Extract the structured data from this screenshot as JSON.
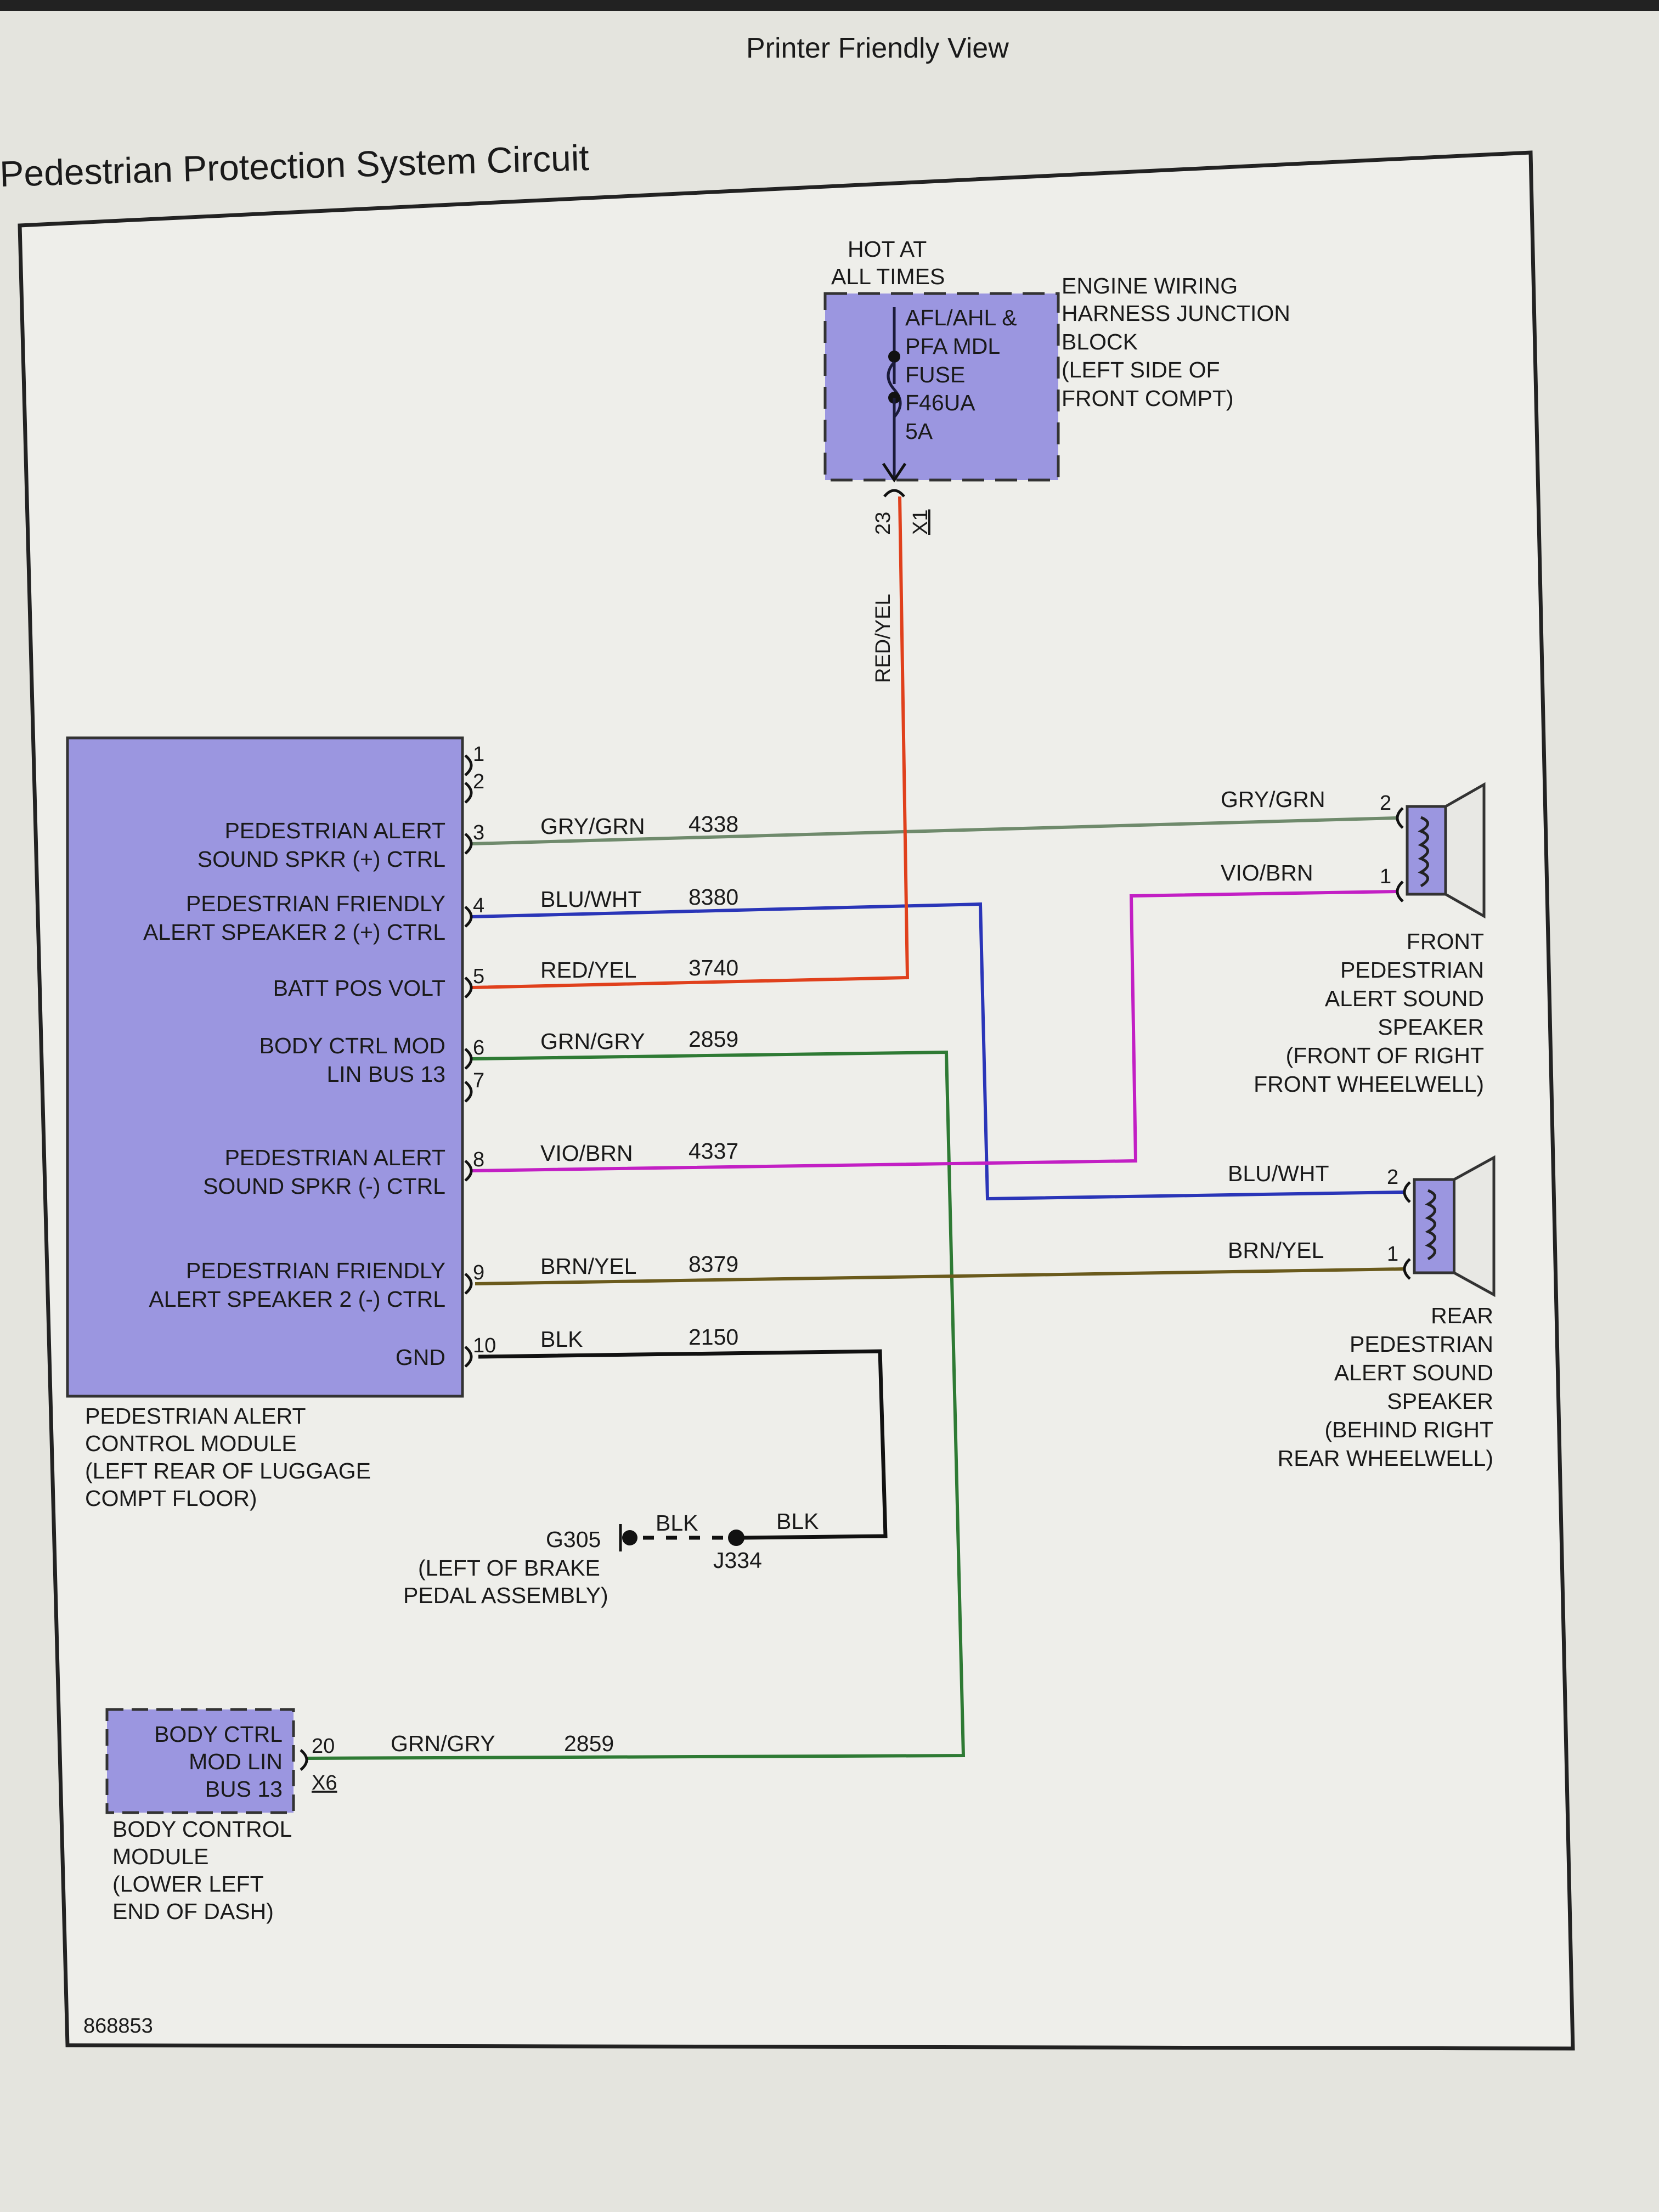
{
  "header": {
    "title": "Printer Friendly View"
  },
  "diagram": {
    "title": "Pedestrian Protection System Circuit",
    "id": "868853",
    "colors": {
      "module_fill": "#9b96e0",
      "background": "#e4e4de"
    },
    "fuse_block": {
      "hot_label": [
        "HOT AT",
        "ALL TIMES"
      ],
      "fuse_label": [
        "AFL/AHL &",
        "PFA MDL",
        "FUSE",
        "F46UA",
        "5A"
      ],
      "name": [
        "ENGINE WIRING",
        "HARNESS JUNCTION",
        "BLOCK",
        "(LEFT SIDE OF",
        "FRONT COMPT)"
      ],
      "pin": "23",
      "connector": "X1",
      "wire_color": "RED/YEL"
    },
    "module": {
      "name": [
        "PEDESTRIAN ALERT",
        "CONTROL MODULE",
        "(LEFT REAR OF LUGGAGE",
        "COMPT FLOOR)"
      ],
      "pins": [
        {
          "num": "1"
        },
        {
          "num": "2"
        },
        {
          "num": "3",
          "label": [
            "PEDESTRIAN ALERT",
            "SOUND SPKR (+) CTRL"
          ],
          "wire": "GRY/GRN",
          "circuit": "4338",
          "color": "#6f8a6c"
        },
        {
          "num": "4",
          "label": [
            "PEDESTRIAN FRIENDLY",
            "ALERT SPEAKER 2 (+) CTRL"
          ],
          "wire": "BLU/WHT",
          "circuit": "8380",
          "color": "#2a35b8"
        },
        {
          "num": "5",
          "label": [
            "BATT POS VOLT"
          ],
          "wire": "RED/YEL",
          "circuit": "3740",
          "color": "#e0401c"
        },
        {
          "num": "6",
          "label": [
            "BODY CTRL MOD",
            "LIN BUS 13"
          ],
          "wire": "GRN/GRY",
          "circuit": "2859",
          "color": "#2e7a34"
        },
        {
          "num": "7"
        },
        {
          "num": "8",
          "label": [
            "PEDESTRIAN ALERT",
            "SOUND SPKR (-) CTRL"
          ],
          "wire": "VIO/BRN",
          "circuit": "4337",
          "color": "#c21fc4"
        },
        {
          "num": "9",
          "label": [
            "PEDESTRIAN FRIENDLY",
            "ALERT SPEAKER 2 (-) CTRL"
          ],
          "wire": "BRN/YEL",
          "circuit": "8379",
          "color": "#6a5a1c"
        },
        {
          "num": "10",
          "label": [
            "GND"
          ],
          "wire": "BLK",
          "circuit": "2150",
          "color": "#111111"
        }
      ]
    },
    "front_speaker": {
      "name": [
        "FRONT",
        "PEDESTRIAN",
        "ALERT SOUND",
        "SPEAKER",
        "(FRONT OF RIGHT",
        "FRONT WHEELWELL)"
      ],
      "pins": [
        {
          "num": "2",
          "wire": "GRY/GRN"
        },
        {
          "num": "1",
          "wire": "VIO/BRN"
        }
      ]
    },
    "rear_speaker": {
      "name": [
        "REAR",
        "PEDESTRIAN",
        "ALERT SOUND",
        "SPEAKER",
        "(BEHIND RIGHT",
        "REAR WHEELWELL)"
      ],
      "pins": [
        {
          "num": "2",
          "wire": "BLU/WHT"
        },
        {
          "num": "1",
          "wire": "BRN/YEL"
        }
      ]
    },
    "ground": {
      "name": "G305",
      "location": [
        "(LEFT OF BRAKE",
        "PEDAL ASSEMBLY)"
      ],
      "splice": "J334",
      "wire_left": "BLK",
      "wire_right": "BLK"
    },
    "bcm": {
      "pin_label": [
        "BODY CTRL",
        "MOD LIN",
        "BUS 13"
      ],
      "pin": "20",
      "connector": "X6",
      "wire": "GRN/GRY",
      "circuit": "2859",
      "name": [
        "BODY CONTROL",
        "MODULE",
        "(LOWER LEFT",
        "END OF DASH)"
      ]
    }
  }
}
